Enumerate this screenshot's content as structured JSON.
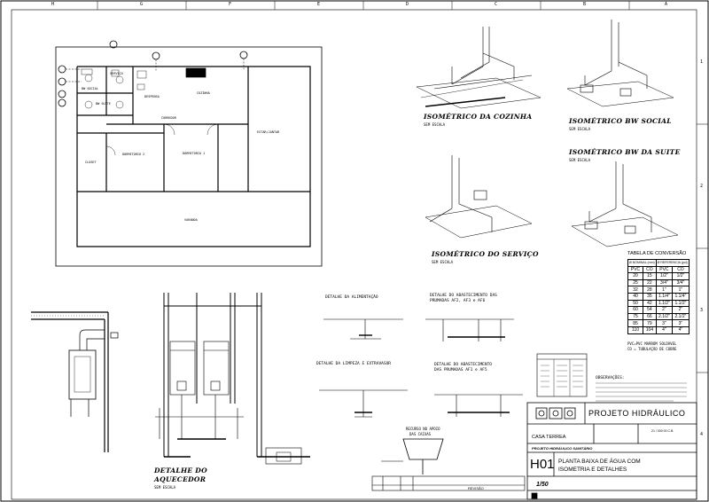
{
  "border": {
    "columns_top": [
      "H",
      "G",
      "F",
      "E",
      "D",
      "C",
      "B",
      "A"
    ],
    "rows_right": [
      "1",
      "2",
      "3",
      "4"
    ]
  },
  "floor_plan": {
    "rooms": {
      "kitchen": "COZINHA",
      "pantry": "DESPENSA",
      "corridor": "CORREDOR",
      "bedroom2": "DORMITÓRIO 2",
      "bedroom1": "DORMITÓRIO 1",
      "living": "ESTAR/JANTAR",
      "closet": "CLOSET",
      "veranda": "VARANDA",
      "bath_social": "BW SOCIAL",
      "bath_suite": "BW SUÍTE",
      "service": "SERVIÇO"
    }
  },
  "isometrics": [
    {
      "title": "ISOMÉTRICO DA COZINHA",
      "scale": "SEM ESCALA"
    },
    {
      "title": "ISOMÉTRICO BW SOCIAL",
      "scale": "SEM ESCALA"
    },
    {
      "title": "ISOMÉTRICO BW DA SUITE",
      "scale": "SEM ESCALA"
    },
    {
      "title": "ISOMÉTRICO DO SERVIÇO",
      "scale": "SEM ESCALA"
    }
  ],
  "details": {
    "heater_title_1": "DETALHE DO",
    "heater_title_2": "AQUECEDOR",
    "heater_scale": "SEM ESCALA",
    "alimentacao": "DETALHE DA ALIMENTAÇÃO",
    "abastecimento_1_line1": "DETALHE DO ABASTECIMENTO DAS",
    "abastecimento_1_line2": "PRUMADAS AF2, AF3 e AF6",
    "limpeza": "DETALHE DA LIMPEZA E EXTRAVASOR",
    "abastecimento_2_line1": "DETALHE DO ABASTECIMENTO",
    "abastecimento_2_line2": "DAS PRUMADAS AF1 e AF5",
    "reservoir_line1": "RECURSO NO APOIO",
    "reservoir_line2": "DAS CAIXAS"
  },
  "conversion_table": {
    "title": "TABELA DE CONVERSÃO",
    "head": [
      "Ø NOMINAL (mm)",
      "Ø REFERENCIA (pol)"
    ],
    "sub": [
      "PVC",
      "CO",
      "PVC",
      "CO"
    ],
    "rows": [
      [
        "20",
        "15",
        "1/2\"",
        "1/2\""
      ],
      [
        "25",
        "22",
        "3/4\"",
        "3/4\""
      ],
      [
        "32",
        "28",
        "1\"",
        "1\""
      ],
      [
        "40",
        "35",
        "1.1/4\"",
        "1.1/4\""
      ],
      [
        "50",
        "42",
        "1.1/2\"",
        "1.1/2\""
      ],
      [
        "60",
        "54",
        "2\"",
        "2\""
      ],
      [
        "75",
        "66",
        "2.1/2\"",
        "2.1/2\""
      ],
      [
        "85",
        "79",
        "3\"",
        "3\""
      ],
      [
        "110",
        "104",
        "4\"",
        "4\""
      ]
    ],
    "note_1": "PVC=PVC MARROM SOLDÁVEL",
    "note_2": "CO = TUBULAÇÃO DE COBRE"
  },
  "observacoes_title": "OBSERVAÇÕES:",
  "title_block": {
    "project_title": "PROJETO HIDRÁULICO",
    "building": "CASA TERREA",
    "scale": "1/50",
    "sheet_code": "H01",
    "sheet_desc_1": "PLANTA BAIXA DE ÁGUA COM",
    "sheet_desc_2": "ISOMETRIA E DETALHES",
    "drawing_type": "PROJETO HIDRÁULICO SANITÁRIO",
    "revision_header": "REVISÃO",
    "date_small": "21 / 000 00 C.B."
  }
}
